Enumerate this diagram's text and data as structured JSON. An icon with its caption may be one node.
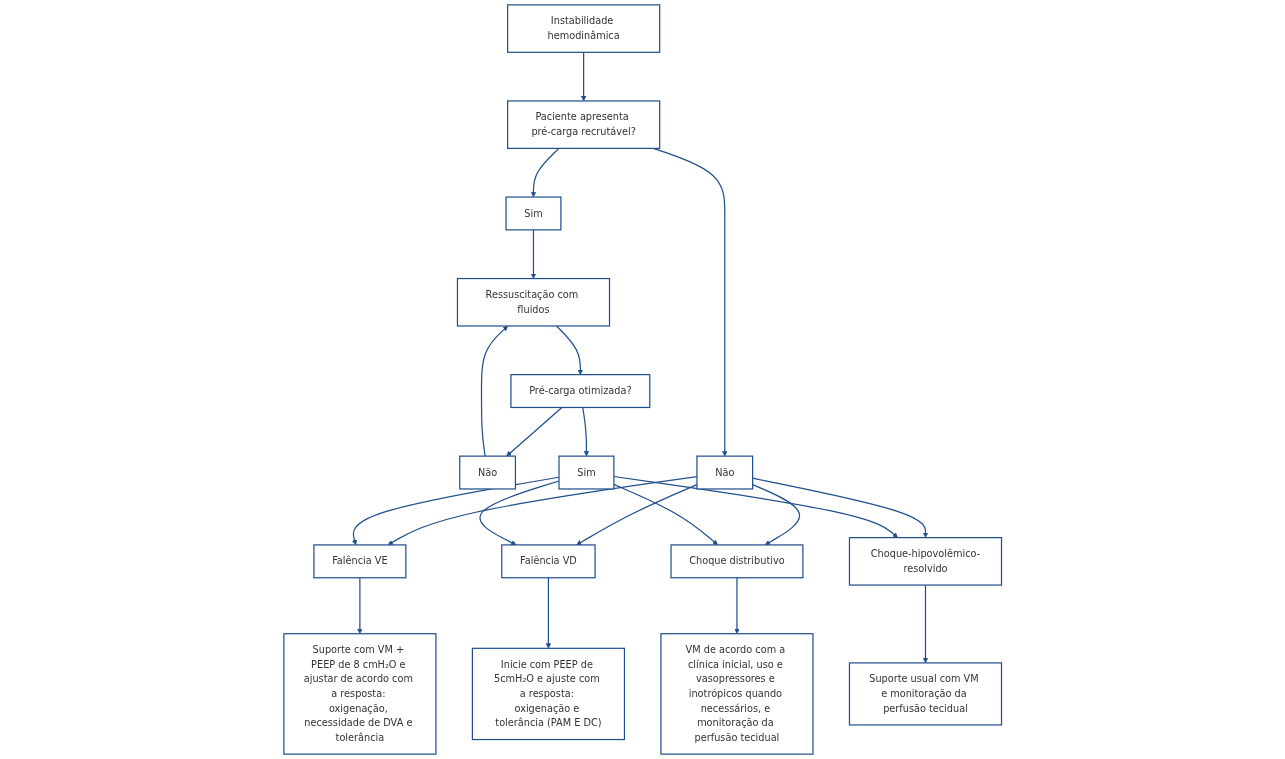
{
  "diagram": {
    "nodes": [
      {
        "text": [
          "Instabilidade hemodinâmica"
        ]
      },
      {
        "text": [
          "Paciente apresenta pré-carga recrutável?"
        ]
      },
      {
        "text": [
          "Sim"
        ]
      },
      {
        "text": [
          "Ressuscitação com fluidos"
        ]
      },
      {
        "text": [
          "Não"
        ]
      },
      {
        "text": [
          "Pré-carga otimizada?"
        ]
      },
      {
        "text": [
          "Não"
        ]
      },
      {
        "text": [
          "Sim"
        ]
      },
      {
        "text": [
          "Falência VE"
        ]
      },
      {
        "text": [
          "Falência VD"
        ]
      },
      {
        "text": [
          "Choque distributivo"
        ]
      },
      {
        "text": [
          "Choque-hipovolêmico-resolvido"
        ]
      },
      {
        "text": [
          "Suporte com VM + PEEP de 8 cmH₂O e ajustar de acordo com a resposta: oxigenação, necessidade de DVA e tolerância"
        ]
      },
      {
        "text": [
          "Inicie com PEEP de 5cmH₂O e ajuste com a resposta: oxigenação e tolerância (PAM E DC)"
        ]
      },
      {
        "text": [
          "VM de acordo com a clínica inicial, uso e vasopressores e inotrópicos quando necessários, e monitoração da perfusão tecidual"
        ]
      },
      {
        "text": [
          "Suporte usual com VM e monitoração da perfusão tecidual"
        ]
      }
    ],
    "edges": [
      {
        "from": 0,
        "to": 1,
        "arrow": "to"
      },
      {
        "from": 1,
        "to": 2,
        "arrow": "to"
      },
      {
        "from": 2,
        "to": 3,
        "arrow": "to"
      },
      {
        "from": 3,
        "to": 5,
        "arrow": "to"
      },
      {
        "from": 5,
        "to": 4,
        "arrow": "to"
      },
      {
        "from": 4,
        "to": 3,
        "arrow": "to"
      },
      {
        "from": 1,
        "to": 6,
        "arrow": "to"
      },
      {
        "from": 5,
        "to": 7,
        "arrow": "to"
      },
      {
        "from": 6,
        "to": 8,
        "arrow": "to"
      },
      {
        "from": 6,
        "to": 9,
        "arrow": "to"
      },
      {
        "from": 6,
        "to": 10,
        "arrow": "to"
      },
      {
        "from": 6,
        "to": 11,
        "arrow": "to"
      },
      {
        "from": 7,
        "to": 8,
        "arrow": "to"
      },
      {
        "from": 7,
        "to": 9,
        "arrow": "to"
      },
      {
        "from": 7,
        "to": 10,
        "arrow": "to"
      },
      {
        "from": 7,
        "to": 11,
        "arrow": "to"
      },
      {
        "from": 8,
        "to": 12,
        "arrow": "to"
      },
      {
        "from": 9,
        "to": 13,
        "arrow": "to"
      },
      {
        "from": 10,
        "to": 14,
        "arrow": "to"
      },
      {
        "from": 11,
        "to": 15,
        "arrow": "to"
      }
    ]
  }
}
